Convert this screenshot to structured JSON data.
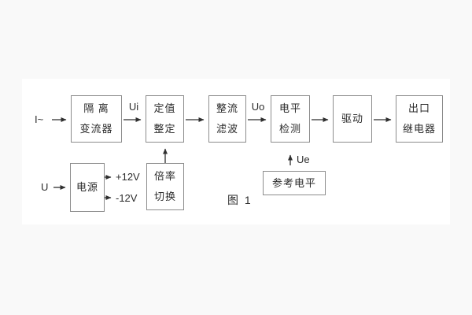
{
  "figure": {
    "caption": "图 1",
    "colors": {
      "page_background": "#f9f9f9",
      "figure_background": "#ffffff",
      "box_border": "#8c8c8c",
      "line": "#2f2f2f",
      "text": "#2b2b2b"
    },
    "blocks": [
      {
        "id": "isolation-transformer",
        "lines": [
          "隔 离",
          "变流器"
        ]
      },
      {
        "id": "setting-adjust",
        "lines": [
          "定值",
          "整定"
        ]
      },
      {
        "id": "rectify-filter",
        "lines": [
          "整流",
          "滤波"
        ]
      },
      {
        "id": "level-detect",
        "lines": [
          "电平",
          "检测"
        ]
      },
      {
        "id": "drive",
        "lines": [
          "驱动"
        ]
      },
      {
        "id": "output-relay",
        "lines": [
          "出口",
          "继电器"
        ]
      },
      {
        "id": "power-supply",
        "lines": [
          "电源"
        ]
      },
      {
        "id": "ratio-switch",
        "lines": [
          "倍率",
          "切换"
        ]
      },
      {
        "id": "reference-level",
        "lines": [
          "参考电平"
        ]
      }
    ],
    "labels": {
      "input_current": "I~",
      "input_voltage": "U",
      "ui": "Ui",
      "uo": "Uo",
      "ue": "Ue",
      "plus12v": "+12V",
      "minus12v": "-12V"
    }
  }
}
